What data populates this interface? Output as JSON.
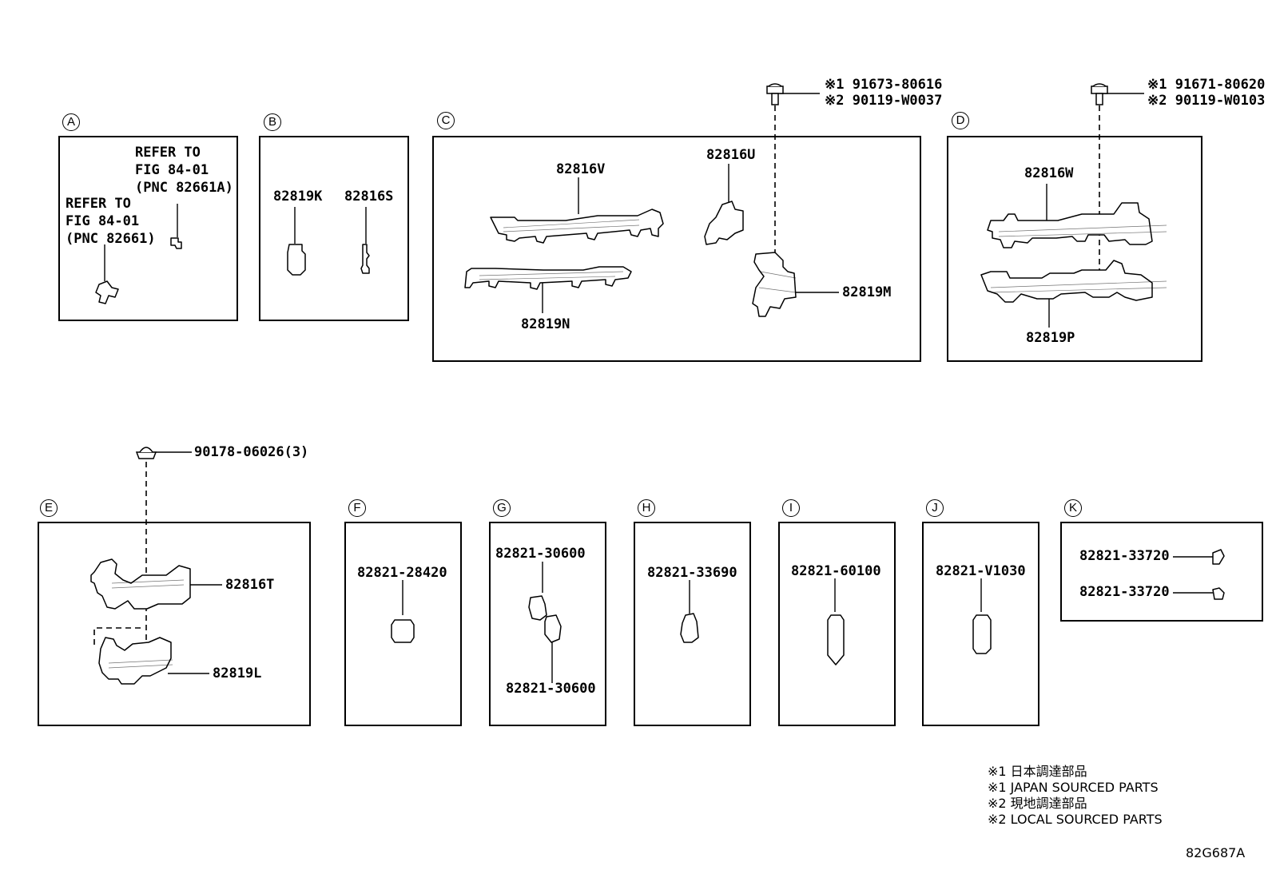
{
  "sections": {
    "A": {
      "letter": "A",
      "ref1": [
        "REFER TO",
        "FIG 84-01",
        "(PNC 82661A)"
      ],
      "ref2": [
        "REFER TO",
        "FIG 84-01",
        "(PNC 82661)"
      ]
    },
    "B": {
      "letter": "B",
      "parts": [
        "82819K",
        "82816S"
      ]
    },
    "C": {
      "letter": "C",
      "parts": [
        "82816V",
        "82816U",
        "82819N",
        "82819M"
      ],
      "bolt": [
        "※1 91673-80616",
        "※2 90119-W0037"
      ]
    },
    "D": {
      "letter": "D",
      "parts": [
        "82816W",
        "82819P"
      ],
      "bolt": [
        "※1 91671-80620",
        "※2 90119-W0103"
      ]
    },
    "E": {
      "letter": "E",
      "parts": [
        "82816T",
        "82819L"
      ],
      "nut": "90178-06026(3)"
    },
    "F": {
      "letter": "F",
      "parts": [
        "82821-28420"
      ]
    },
    "G": {
      "letter": "G",
      "parts": [
        "82821-30600",
        "82821-30600"
      ]
    },
    "H": {
      "letter": "H",
      "parts": [
        "82821-33690"
      ]
    },
    "I": {
      "letter": "I",
      "parts": [
        "82821-60100"
      ]
    },
    "J": {
      "letter": "J",
      "parts": [
        "82821-V1030"
      ]
    },
    "K": {
      "letter": "K",
      "parts": [
        "82821-33720",
        "82821-33720"
      ]
    }
  },
  "notes": [
    "※1 日本調達部品",
    "※1 JAPAN SOURCED PARTS",
    "※2 現地調達部品",
    "※2 LOCAL SOURCED PARTS"
  ],
  "figure_code": "82G687A"
}
